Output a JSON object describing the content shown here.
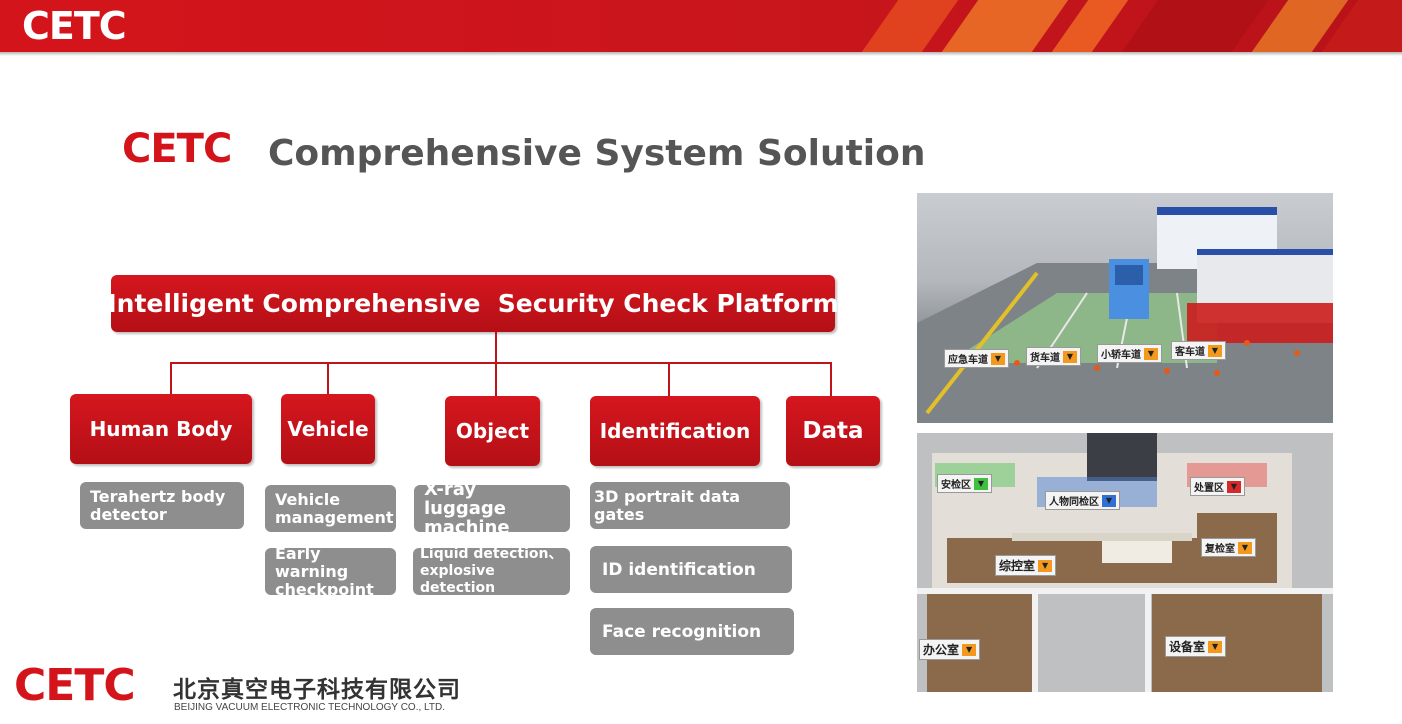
{
  "banner": {
    "logo": "CETC"
  },
  "title": {
    "logo": "CETC",
    "text": "Comprehensive System Solution"
  },
  "platform": {
    "label": "Intelligent Comprehensive  Security Check Platform"
  },
  "categories": [
    {
      "label": "Human Body"
    },
    {
      "label": "Vehicle"
    },
    {
      "label": "Object"
    },
    {
      "label": "Identification"
    },
    {
      "label": "Data"
    }
  ],
  "items": {
    "terahertz": "Terahertz body detector",
    "vehicle_mgmt": "Vehicle management",
    "early_warning": "Early warning checkpoint",
    "xray": "X-ray luggage machine",
    "liquid": "Liquid detection、explosive detection",
    "portrait": "3D portrait data gates",
    "id_ident": "ID identification",
    "face": "Face recognition"
  },
  "photo_lanes": {
    "labels": [
      "应急车道",
      "货车道",
      "小轿车道",
      "客车道"
    ]
  },
  "photo_rooms": {
    "labels": [
      "安检区",
      "人物同检区",
      "处置区",
      "综控室",
      "复检室",
      "办公室",
      "设备室"
    ]
  },
  "footer": {
    "logo": "CETC",
    "company_cn": "北京真空电子科技有限公司",
    "company_en": "BEIJING VACUUM ELECTRONIC TECHNOLOGY CO., LTD."
  },
  "colors": {
    "brand_red": "#d4141b",
    "box_grey": "#8e8e8e",
    "title_grey": "#555555"
  }
}
